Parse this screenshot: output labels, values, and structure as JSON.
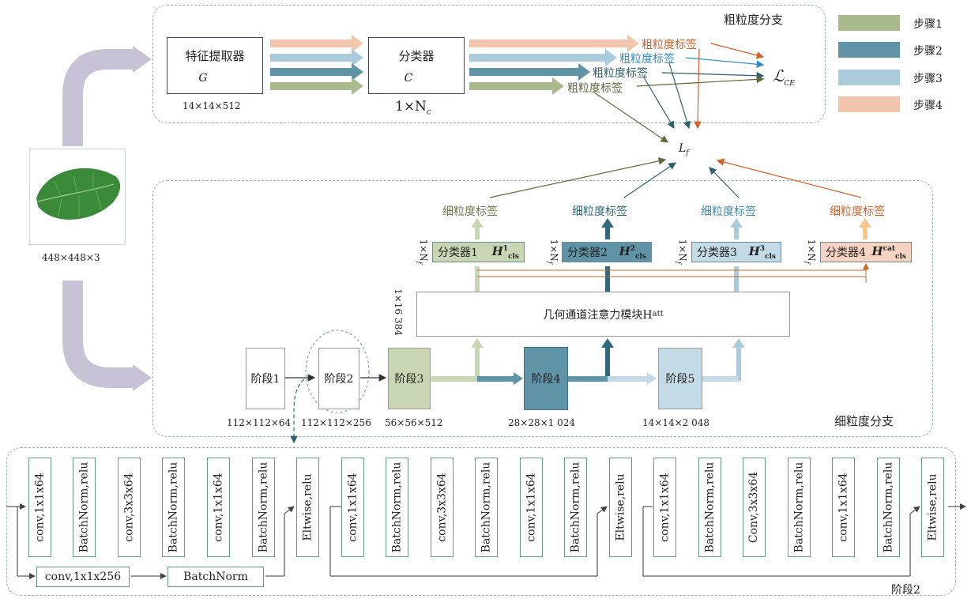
{
  "coarse_branch": {
    "title": "粗粒度分支",
    "extractor_label": "特征提取器",
    "extractor_symbol": "G",
    "extractor_dim": "14×14×512",
    "classifier_label": "分类器",
    "classifier_symbol": "C",
    "classifier_dim": "1×N",
    "classifier_dim_sub": "c",
    "coarse_labels": [
      "粗粒度标签",
      "粗粒度标签",
      "粗粒度标签",
      "粗粒度标签"
    ],
    "loss_ce": "ℒ",
    "loss_ce_sub": "CE"
  },
  "loss_f": "L",
  "loss_f_sub": "f",
  "input": {
    "dim": "448×448×3"
  },
  "legend": [
    {
      "label": "步骤1",
      "color": "#a9ba8c"
    },
    {
      "label": "步骤2",
      "color": "#5f93a6"
    },
    {
      "label": "步骤3",
      "color": "#a9cbdb"
    },
    {
      "label": "步骤4",
      "color": "#f2c5ad"
    }
  ],
  "fine_branch": {
    "title": "细粒度分支",
    "fine_label": "细粒度标签",
    "dim_nf": "1×N",
    "dim_nf_sub": "f",
    "classifiers": [
      {
        "label": "分类器1",
        "h": "H",
        "sup": "1",
        "sub": "cls",
        "color": "#c9d6b3",
        "text_color": "#222"
      },
      {
        "label": "分类器2",
        "h": "H",
        "sup": "2",
        "sub": "cls",
        "color": "#5f93a6",
        "text_color": "#111"
      },
      {
        "label": "分类器3",
        "h": "H",
        "sup": "3",
        "sub": "cls",
        "color": "#c3dbe7",
        "text_color": "#222"
      },
      {
        "label": "分类器4",
        "h": "H",
        "sup": "cat",
        "sub": "cls",
        "color": "#f6d3c1",
        "text_color": "#222"
      }
    ],
    "attention_label": "几何通道注意力模块H",
    "attention_sub": "att",
    "attention_dim": "1×16 384",
    "stages": [
      {
        "label": "阶段1",
        "dim": "112×112×64"
      },
      {
        "label": "阶段2",
        "dim": "112×112×256"
      },
      {
        "label": "阶段3",
        "dim": "56×56×512"
      },
      {
        "label": "阶段4",
        "dim": "28×28×1 024"
      },
      {
        "label": "阶段5",
        "dim": "14×14×2 048"
      }
    ]
  },
  "stage2_detail": {
    "title": "阶段2",
    "blocks": [
      "conv,1x1x64",
      "BatchNorm,relu",
      "conv,3x3x64",
      "BatchNorm,relu",
      "conv,1x1x64",
      "BatchNorm,relu",
      "Eltwise,relu",
      "conv,1x1x64",
      "BatchNorm,relu",
      "conv,3x3x64",
      "BatchNorm,relu",
      "conv,1x1x64",
      "BatchNorm,relu",
      "Eltwise,relu",
      "conv,1x1x64",
      "BatchNorm,relu",
      "Conv,3x3x64",
      "BatchNorm,relu",
      "conv,1x1x64",
      "BatchNorm,relu",
      "Eltwise,relu"
    ],
    "shortcut_conv": "conv,1x1x256",
    "shortcut_bn": "BatchNorm"
  }
}
